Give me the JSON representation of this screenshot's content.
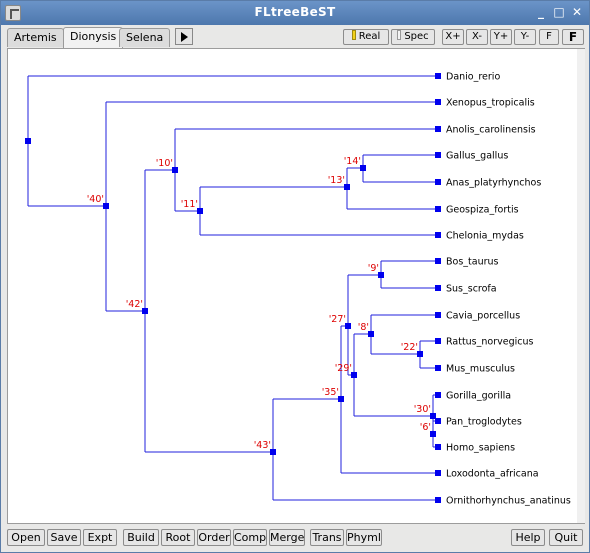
{
  "window": {
    "title": "FLtreeBeST",
    "controls": [
      "_",
      "□",
      "✕"
    ]
  },
  "tabs": [
    {
      "label": "Artemis"
    },
    {
      "label": "Dionysis",
      "active": true
    },
    {
      "label": "Selena"
    }
  ],
  "toolbar": {
    "real_label": "Real",
    "real_on": true,
    "spec_label": "Spec",
    "spec_on": false,
    "xplus": "X+",
    "xminus": "X-",
    "yplus": "Y+",
    "yminus": "Y-",
    "f_small": "F",
    "f_big": "F"
  },
  "tree": {
    "line_color": "#2222dd",
    "node_color": "#0000ee",
    "label_color": "#dd0000",
    "leaves": [
      "Danio_rerio",
      "Xenopus_tropicalis",
      "Anolis_carolinensis",
      "Gallus_gallus",
      "Anas_platyrhynchos",
      "Geospiza_fortis",
      "Chelonia_mydas",
      "Bos_taurus",
      "Sus_scrofa",
      "Cavia_porcellus",
      "Rattus_norvegicus",
      "Mus_musculus",
      "Gorilla_gorilla",
      "Pan_troglodytes",
      "Homo_sapiens",
      "Loxodonta_africana",
      "Ornithorhynchus_anatinus"
    ],
    "internal_labels": [
      "'40'",
      "'10'",
      "'14'",
      "'13'",
      "'11'",
      "'42'",
      "'9'",
      "'27'",
      "'8'",
      "'22'",
      "'29'",
      "'35'",
      "'30'",
      "'6'",
      "'43'"
    ]
  },
  "bottom_buttons": [
    "Open",
    "Save",
    "Expt",
    "Build",
    "Root",
    "Order",
    "Comp",
    "Merge",
    "Trans",
    "Phyml",
    "Help",
    "Quit"
  ]
}
